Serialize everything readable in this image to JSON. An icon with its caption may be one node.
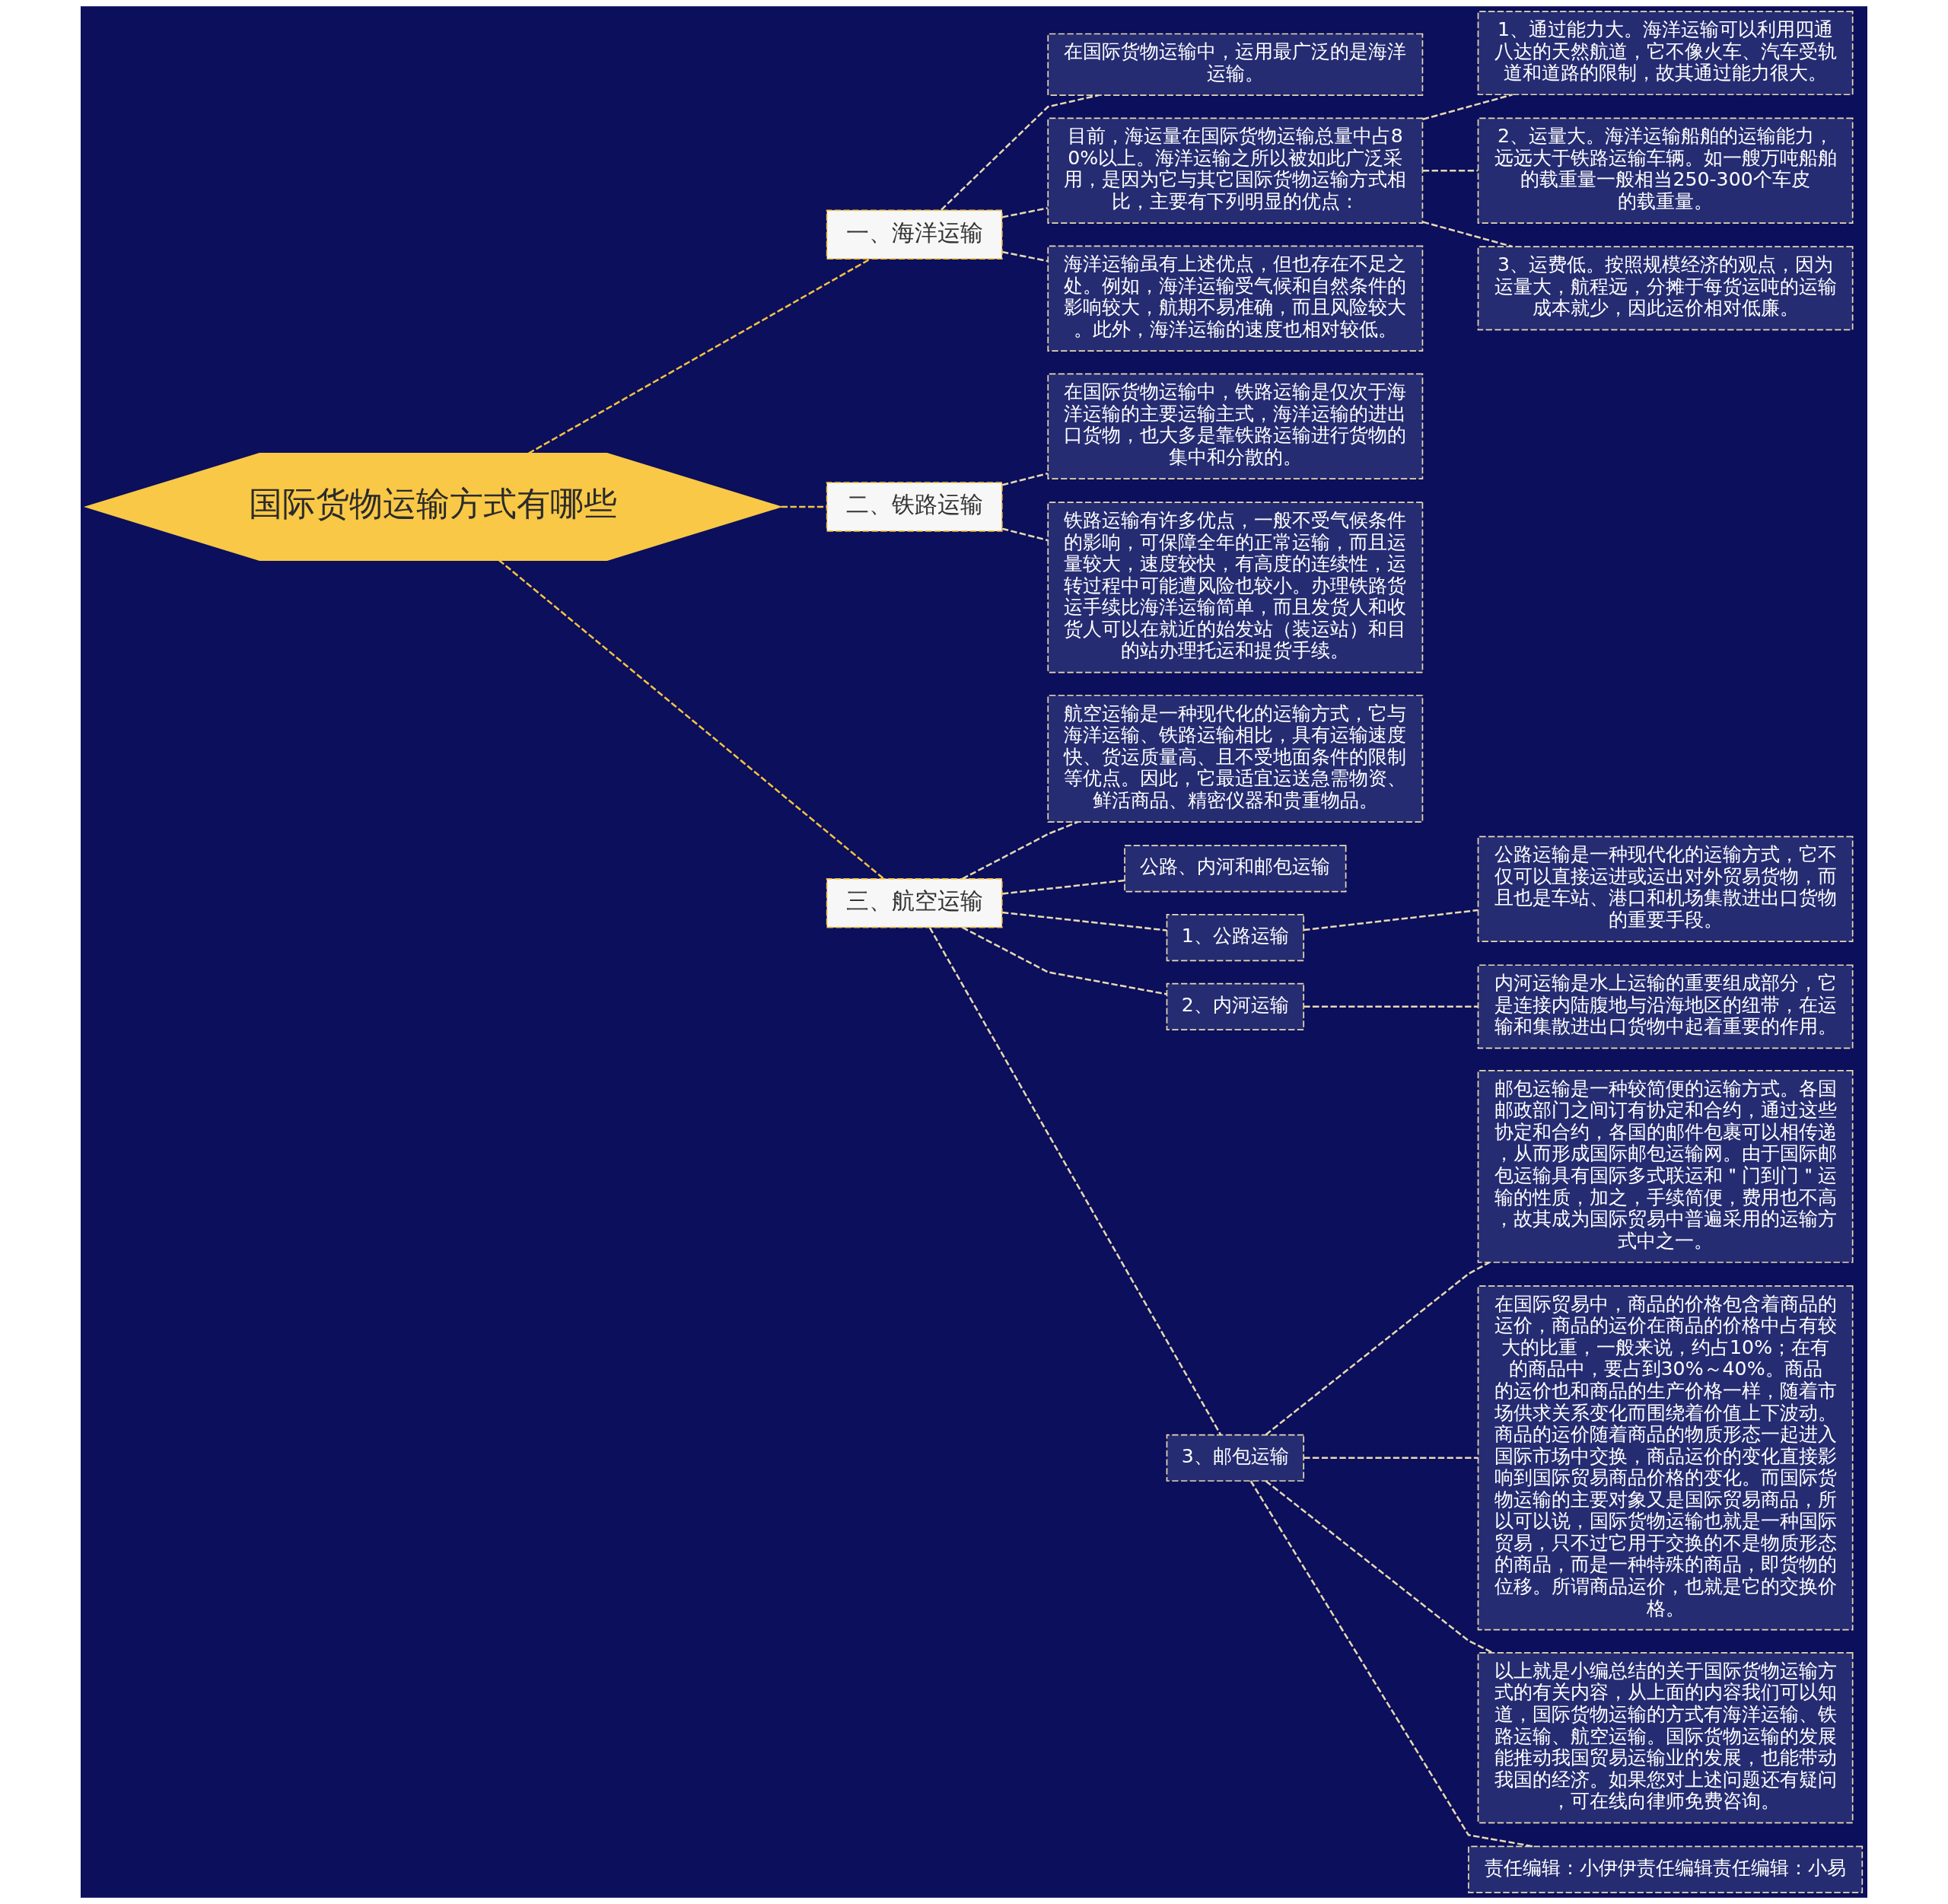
{
  "diagram": {
    "nodes": [
      {
        "text": [
          "国际货物运输方式有哪些"
        ]
      },
      {
        "text": [
          "一、海洋运输"
        ]
      },
      {
        "text": [
          "在国际货物运输中，运用最广泛的是海洋运输。"
        ]
      },
      {
        "text": [
          "目前，海运量在国际货物运输总量中占80%以上。海洋运输之所以被如此广泛采用，是因为它与其它国际货物运输方式相比，主要有下列明显的优点："
        ]
      },
      {
        "text": [
          "1、通过能力大。海洋运输可以利用四通八达的天然航道，它不像火车、汽车受轨道和道路的限制，故其通过能力很大。"
        ]
      },
      {
        "text": [
          "2、运量大。海洋运输船舶的运输能力，远远大于铁路运输车辆。如一艘万吨船舶的载重量一般相当250-300个车皮的载重量。"
        ]
      },
      {
        "text": [
          "3、运费低。按照规模经济的观点，因为运量大，航程远，分摊于每货运吨的运输成本就少，因此运价相对低廉。"
        ]
      },
      {
        "text": [
          "海洋运输虽有上述优点，但也存在不足之处。例如，海洋运输受气候和自然条件的影响较大，航期不易准确，而且风险较大。此外，海洋运输的速度也相对较低。"
        ]
      },
      {
        "text": [
          "二、铁路运输"
        ]
      },
      {
        "text": [
          "在国际货物运输中，铁路运输是仅次于海洋运输的主要运输主式，海洋运输的进出口货物，也大多是靠铁路运输进行货物的集中和分散的。"
        ]
      },
      {
        "text": [
          "铁路运输有许多优点，一般不受气候条件的影响，可保障全年的正常运输，而且运量较大，速度较快，有高度的连续性，运转过程中可能遭风险也较小。办理铁路货运手续比海洋运输简单，而且发货人和收货人可以在就近的始发站（装运站）和目的站办理托运和提货手续。"
        ]
      },
      {
        "text": [
          "三、航空运输"
        ]
      },
      {
        "text": [
          "航空运输是一种现代化的运输方式，它与海洋运输、铁路运输相比，具有运输速度快、货运质量高、且不受地面条件的限制等优点。因此，它最适宜运送急需物资、鲜活商品、精密仪器和贵重物品。"
        ]
      },
      {
        "text": [
          "公路、内河和邮包运输"
        ]
      },
      {
        "text": [
          "1、公路运输"
        ]
      },
      {
        "text": [
          "公路运输是一种现代化的运输方式，它不仅可以直接运进或运出对外贸易货物，而且也是车站、港口和机场集散进出口货物的重要手段。"
        ]
      },
      {
        "text": [
          "2、内河运输"
        ]
      },
      {
        "text": [
          "内河运输是水上运输的重要组成部分，它是连接内陆腹地与沿海地区的纽带，在运输和集散进出口货物中起着重要的作用。"
        ]
      },
      {
        "text": [
          "3、邮包运输"
        ]
      },
      {
        "text": [
          "邮包运输是一种较简便的运输方式。各国邮政部门之间订有协定和合约，通过这些协定和合约，各国的邮件包裹可以相传递，从而形成国际邮包运输网。由于国际邮包运输具有国际多式联运和＂门到门＂运输的性质，加之，手续简便，费用也不高，故其成为国际贸易中普遍采用的运输方式中之一。"
        ]
      },
      {
        "text": [
          "在国际贸易中，商品的价格包含着商品的运价，商品的运价在商品的价格中占有较大的比重，一般来说，约占10%；在有的商品中，要占到30%～40%。商品的运价也和商品的生产价格一样，随着市场供求关系变化而围绕着价值上下波动。商品的运价随着商品的物质形态一起进入国际市场中交换，商品运价的变化直接影响到国际贸易商品价格的变化。而国际货物运输的主要对象又是国际贸易商品，所以可以说，国际货物运输也就是一种国际贸易，只不过它用于交换的不是物质形态的商品，而是一种特殊的商品，即货物的位移。所谓商品运价，也就是它的交换价格。"
        ]
      },
      {
        "text": [
          "以上就是小编总结的关于国际货物运输方式的有关内容，从上面的内容我们可以知道，国际货物运输的方式有海洋运输、铁路运输、航空运输。国际货物运输的发展能推动我国贸易运输业的发展，也能带动我国的经济。如果您对上述问题还有疑问，可在线向律师免费咨询。"
        ]
      },
      {
        "text": [
          "责任编辑：小伊伊责任编辑责任编辑：小易"
        ]
      }
    ],
    "edges": [
      {
        "from": 0,
        "to": 1,
        "arrow": "none",
        "style": "dashed",
        "color": "#f5c342"
      },
      {
        "from": 1,
        "to": 2,
        "arrow": "none",
        "style": "dashed"
      },
      {
        "from": 1,
        "to": 3,
        "arrow": "none",
        "style": "dashed"
      },
      {
        "from": 3,
        "to": 4,
        "arrow": "none",
        "style": "dashed"
      },
      {
        "from": 3,
        "to": 5,
        "arrow": "none",
        "style": "dashed"
      },
      {
        "from": 3,
        "to": 6,
        "arrow": "none",
        "style": "dashed"
      },
      {
        "from": 1,
        "to": 7,
        "arrow": "none",
        "style": "dashed"
      },
      {
        "from": 0,
        "to": 8,
        "arrow": "none",
        "style": "dashed",
        "color": "#f5c342"
      },
      {
        "from": 8,
        "to": 9,
        "arrow": "none",
        "style": "dashed"
      },
      {
        "from": 8,
        "to": 10,
        "arrow": "none",
        "style": "dashed"
      },
      {
        "from": 0,
        "to": 11,
        "arrow": "none",
        "style": "dashed",
        "color": "#f5c342"
      },
      {
        "from": 11,
        "to": 12,
        "arrow": "none",
        "style": "dashed"
      },
      {
        "from": 11,
        "to": 13,
        "arrow": "none",
        "style": "dashed"
      },
      {
        "from": 11,
        "to": 14,
        "arrow": "none",
        "style": "dashed"
      },
      {
        "from": 14,
        "to": 15,
        "arrow": "none",
        "style": "dashed"
      },
      {
        "from": 11,
        "to": 16,
        "arrow": "none",
        "style": "dashed"
      },
      {
        "from": 16,
        "to": 17,
        "arrow": "none",
        "style": "dashed"
      },
      {
        "from": 11,
        "to": 18,
        "arrow": "none",
        "style": "dashed"
      },
      {
        "from": 18,
        "to": 19,
        "arrow": "none",
        "style": "dashed"
      },
      {
        "from": 18,
        "to": 20,
        "arrow": "none",
        "style": "dashed"
      },
      {
        "from": 18,
        "to": 21,
        "arrow": "none",
        "style": "dashed"
      },
      {
        "from": 18,
        "to": 22,
        "arrow": "none",
        "style": "dashed"
      }
    ]
  }
}
